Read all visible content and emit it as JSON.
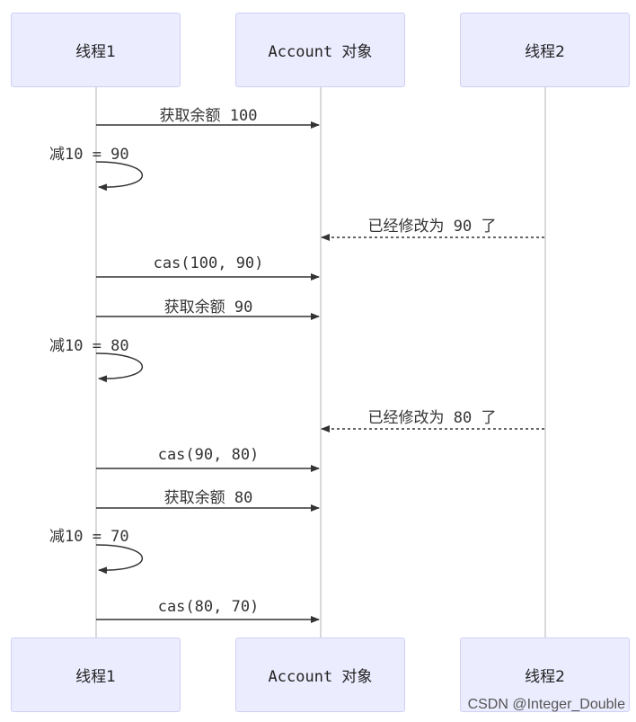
{
  "actors": {
    "thread1": "线程1",
    "account": "Account 对象",
    "thread2": "线程2"
  },
  "messages": [
    {
      "text": "获取余额 100"
    },
    {
      "text": "减10 = 90"
    },
    {
      "text": "已经修改为 90 了"
    },
    {
      "text": "cas(100, 90)"
    },
    {
      "text": "获取余额 90"
    },
    {
      "text": "减10 = 80"
    },
    {
      "text": "已经修改为 80 了"
    },
    {
      "text": "cas(90, 80)"
    },
    {
      "text": "获取余额 80"
    },
    {
      "text": "减10 = 70"
    },
    {
      "text": "cas(80, 70)"
    }
  ],
  "watermark": "CSDN @Integer_Double"
}
